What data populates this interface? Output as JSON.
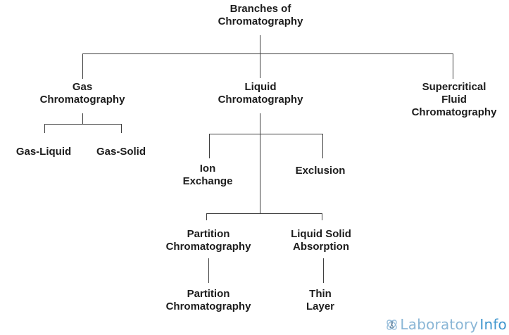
{
  "diagram": {
    "title": "Branches of\nChromatography",
    "nodes": {
      "gas": "Gas\nChromatography",
      "liquid": "Liquid\nChromatography",
      "supercritical": "Supercritical\nFluid\nChromatography",
      "gas_liquid": "Gas-Liquid",
      "gas_solid": "Gas-Solid",
      "ion_exchange": "Ion\nExchange",
      "exclusion": "Exclusion",
      "partition": "Partition\nChromatography",
      "liquid_solid": "Liquid Solid\nAbsorption",
      "partition_sub": "Partition\nChromatography",
      "thin_layer": "Thin\nLayer"
    }
  },
  "branding": {
    "logo_text_primary": "Laboratory",
    "logo_text_secondary": "Info",
    "icon": "flask-atom-icon",
    "colors": {
      "logo_primary": "#8ab6d6",
      "logo_secondary": "#3e96ce",
      "text": "#1d1d1d",
      "line": "#3f3f3f",
      "background": "#ffffff"
    }
  }
}
